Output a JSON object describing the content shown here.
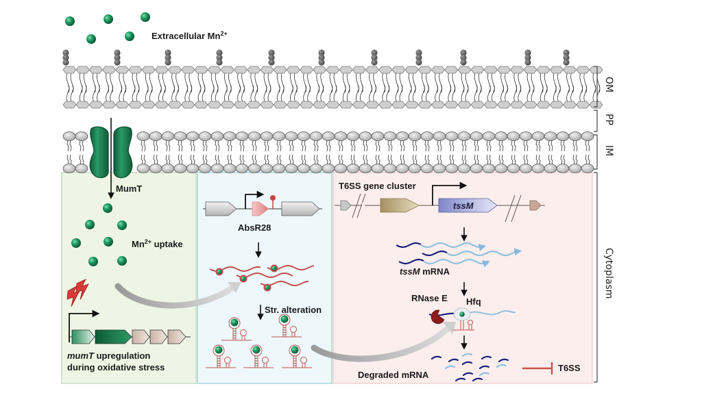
{
  "figure": {
    "extracellular_label": "Extracellular Mn",
    "extracellular_sup": "2+",
    "compartments": {
      "om": "OM",
      "pp": "PP",
      "im": "IM",
      "cytoplasm": "Cytoplasm"
    },
    "panel1": {
      "transporter_label": "MumT",
      "uptake_label": "Mn",
      "uptake_sup": "2+",
      "uptake_suffix": " uptake",
      "caption_italic": "mumT",
      "caption_rest": " upregulation",
      "caption_line2": "during oxidative stress",
      "background": "#eef5e4"
    },
    "panel2": {
      "gene_label": "AbsR28",
      "alteration_label": "Str. alteration",
      "background": "#eef7fb"
    },
    "panel3": {
      "cluster_label": "T6SS gene cluster",
      "gene_label": "tssM",
      "mrna_italic": "tssM",
      "mrna_rest": " mRNA",
      "rnase_label": "RNase E",
      "hfq_label": "Hfq",
      "degraded_label": "Degraded mRNA",
      "inhibited_label": "T6SS",
      "background": "#fbeeec"
    },
    "colors": {
      "mn_ion": "#1f8a5a",
      "transporter": "#1e7a4f",
      "srna": "#c0504d",
      "mrna_dark": "#1a237e",
      "mrna_light": "#90c0e0",
      "rnase": "#8b1a1a"
    }
  }
}
